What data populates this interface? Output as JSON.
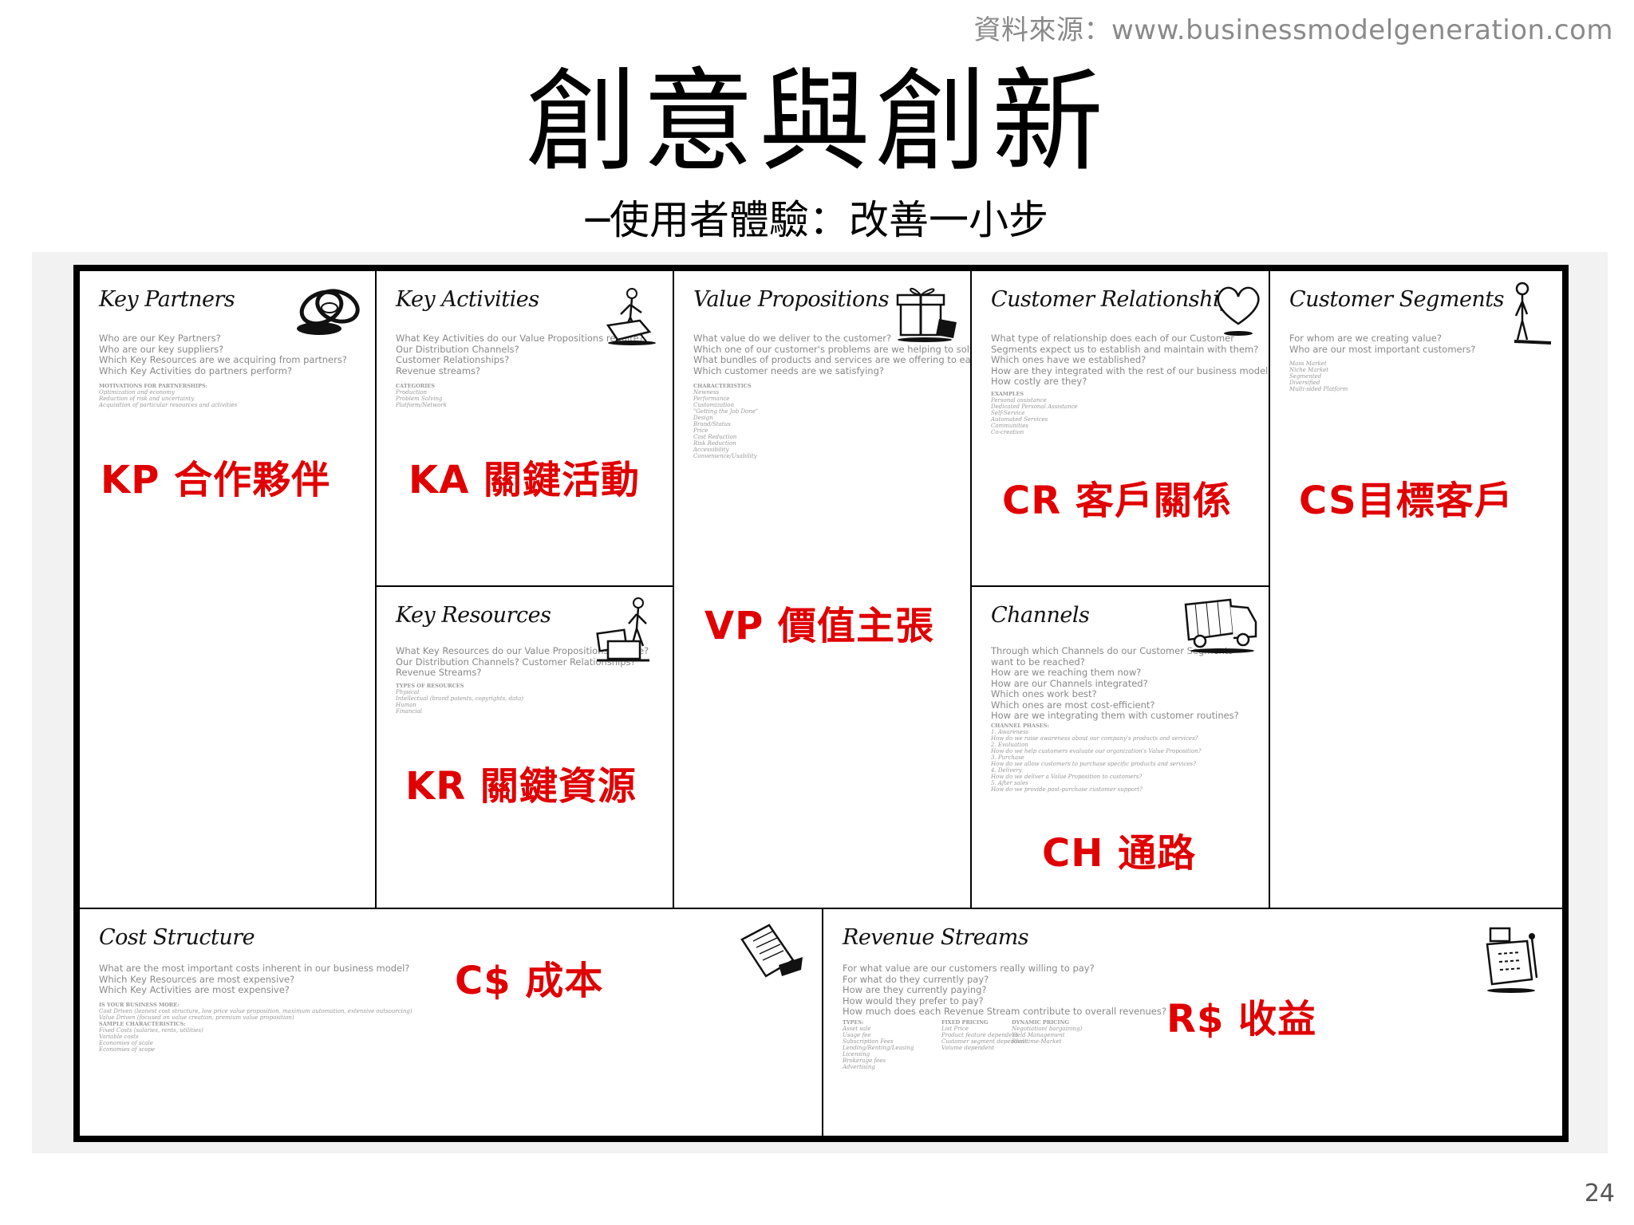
{
  "source_note": "資料來源：www.businessmodelgeneration.com",
  "title": "創意與創新",
  "subtitle": "─使用者體驗：改善一小步",
  "page_number": "24",
  "canvas": {
    "kp": {
      "heading": "Key Partners",
      "questions": [
        "Who are our Key Partners?",
        "Who are our key suppliers?",
        "Which Key Resources are we acquiring from partners?",
        "Which Key Activities do partners perform?"
      ],
      "details": [
        "MOTIVATIONS FOR PARTNERSHIPS:",
        "Optimization and economy",
        "Reduction of risk and uncertainty",
        "Acquisition of particular resources and activities"
      ],
      "label": "KP 合作夥伴"
    },
    "ka": {
      "heading": "Key Activities",
      "questions": [
        "What Key Activities do our Value Propositions require?",
        "Our Distribution Channels?",
        "Customer Relationships?",
        "Revenue streams?"
      ],
      "details": [
        "CATEGORIES",
        "Production",
        "Problem Solving",
        "Platform/Network"
      ],
      "label": "KA 關鍵活動"
    },
    "kr": {
      "heading": "Key Resources",
      "questions": [
        "What Key Resources do our Value Propositions require?",
        "Our Distribution Channels? Customer Relationships?",
        "Revenue Streams?"
      ],
      "details": [
        "TYPES OF RESOURCES",
        "Physical",
        "Intellectual (brand patents, copyrights, data)",
        "Human",
        "Financial"
      ],
      "label": "KR 關鍵資源"
    },
    "vp": {
      "heading": "Value Propositions",
      "questions": [
        "What value do we deliver to the customer?",
        "Which one of our customer's problems are we helping to solve?",
        "What bundles of products and services are we offering to each Customer Segment?",
        "Which customer needs are we satisfying?"
      ],
      "details": [
        "CHARACTERISTICS",
        "Newness",
        "Performance",
        "Customization",
        "\"Getting the Job Done\"",
        "Design",
        "Brand/Status",
        "Price",
        "Cost Reduction",
        "Risk Reduction",
        "Accessibility",
        "Convenience/Usability"
      ],
      "label": "VP 價值主張"
    },
    "cr": {
      "heading": "Customer Relationships",
      "questions": [
        "What type of relationship does each of our Customer",
        "Segments expect us to establish and maintain with them?",
        "Which ones have we established?",
        "How are they integrated with the rest of our business model?",
        "How costly are they?"
      ],
      "details": [
        "EXAMPLES",
        "Personal assistance",
        "Dedicated Personal Assistance",
        "Self-Service",
        "Automated Services",
        "Communities",
        "Co-creation"
      ],
      "label": "CR 客戶關係"
    },
    "ch": {
      "heading": "Channels",
      "questions": [
        "Through which Channels do our Customer Segments",
        "want to be reached?",
        "How are we reaching them now?",
        "How are our Channels integrated?",
        "Which ones work best?",
        "Which ones are most cost-efficient?",
        "How are we integrating them with customer routines?"
      ],
      "details": [
        "CHANNEL PHASES:",
        "1. Awareness",
        "How do we raise awareness about our company's products and services?",
        "2. Evaluation",
        "How do we help customers evaluate our organization's Value Proposition?",
        "3. Purchase",
        "How do we allow customers to purchase specific products and services?",
        "4. Delivery",
        "How do we deliver a Value Proposition to customers?",
        "5. After sales",
        "How do we provide post-purchase customer support?"
      ],
      "label": "CH 通路"
    },
    "cs": {
      "heading": "Customer Segments",
      "questions": [
        "For whom are we creating value?",
        "Who are our most important customers?"
      ],
      "details": [
        "Mass Market",
        "Niche Market",
        "Segmented",
        "Diversified",
        "Multi-sided Platform"
      ],
      "label": "CS目標客戶"
    },
    "cost": {
      "heading": "Cost Structure",
      "questions": [
        "What are the most important costs inherent in our business model?",
        "Which Key Resources are most expensive?",
        "Which Key Activities are most expensive?"
      ],
      "details": [
        "IS YOUR BUSINESS MORE:",
        "Cost Driven (leanest cost structure, low price value proposition, maximum automation, extensive outsourcing)",
        "Value Driven (focused on value creation, premium value proposition)",
        "SAMPLE CHARACTERISTICS:",
        "Fixed Costs (salaries, rents, utilities)",
        "Variable costs",
        "Economies of scale",
        "Economies of scope"
      ],
      "label": "C$ 成本"
    },
    "rev": {
      "heading": "Revenue Streams",
      "questions": [
        "For what value are our customers really willing to pay?",
        "For what do they currently pay?",
        "How are they currently paying?",
        "How would they prefer to pay?",
        "How much does each Revenue Stream contribute to overall revenues?"
      ],
      "details_col1": [
        "TYPES:",
        "Asset sale",
        "Usage fee",
        "Subscription Fees",
        "Lending/Renting/Leasing",
        "Licensing",
        "Brokerage fees",
        "Advertising"
      ],
      "details_col2": [
        "FIXED PRICING",
        "List Price",
        "Product feature dependent",
        "Customer segment dependent",
        "Volume dependent"
      ],
      "details_col3": [
        "DYNAMIC PRICING",
        "Negotiation( bargaining)",
        "Yield Management",
        "Real-time-Market"
      ],
      "label": "R$ 收益"
    }
  },
  "icons": {
    "kp": "chain-links-icon",
    "ka": "worker-with-cart-icon",
    "kr": "worker-with-boxes-icon",
    "vp": "gift-box-icon",
    "cr": "heart-icon",
    "ch": "delivery-truck-icon",
    "cs": "person-icon",
    "cost": "price-tag-icon",
    "rev": "cash-register-icon"
  },
  "colors": {
    "label_red": "#e00000"
  }
}
